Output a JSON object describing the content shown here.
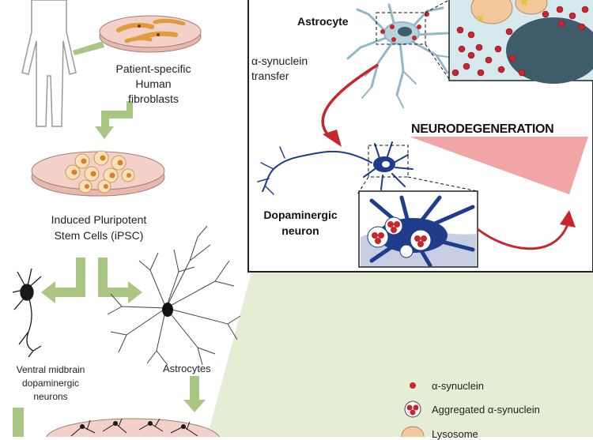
{
  "left_panel": {
    "fibroblasts_label_1": "Patient-specific",
    "fibroblasts_label_2": "Human",
    "fibroblasts_label_3": "fibroblasts",
    "ipsc_label_1": "Induced Pluripotent",
    "ipsc_label_2": "Stem Cells (iPSC)",
    "neurons_label_1": "Ventral midbrain",
    "neurons_label_2": "dopaminergic",
    "neurons_label_3": "neurons",
    "astrocytes_label": "Astrocytes"
  },
  "right_panel": {
    "astrocyte_label": "Astrocyte",
    "transfer_label_1": "α-synuclein",
    "transfer_label_2": "transfer",
    "neurodegeneration_label": "NEURODEGENERATION",
    "dopaminergic_label_1": "Dopaminergic",
    "dopaminergic_label_2": "neuron"
  },
  "legend": {
    "items": [
      {
        "label": "α-synuclein"
      },
      {
        "label": "Aggregated α-synuclein"
      },
      {
        "label": "Lysosome"
      }
    ]
  },
  "colors": {
    "arrow_green": "#a9c782",
    "dish_pink": "#f0c6bd",
    "astrocyte_blue": "#8fb8c8",
    "neuron_blue": "#1f3d8a",
    "synuclein_red": "#c8262c",
    "neurodegeneration_pink": "#ef8f8f",
    "lysosome_tan": "#f2c89b"
  }
}
